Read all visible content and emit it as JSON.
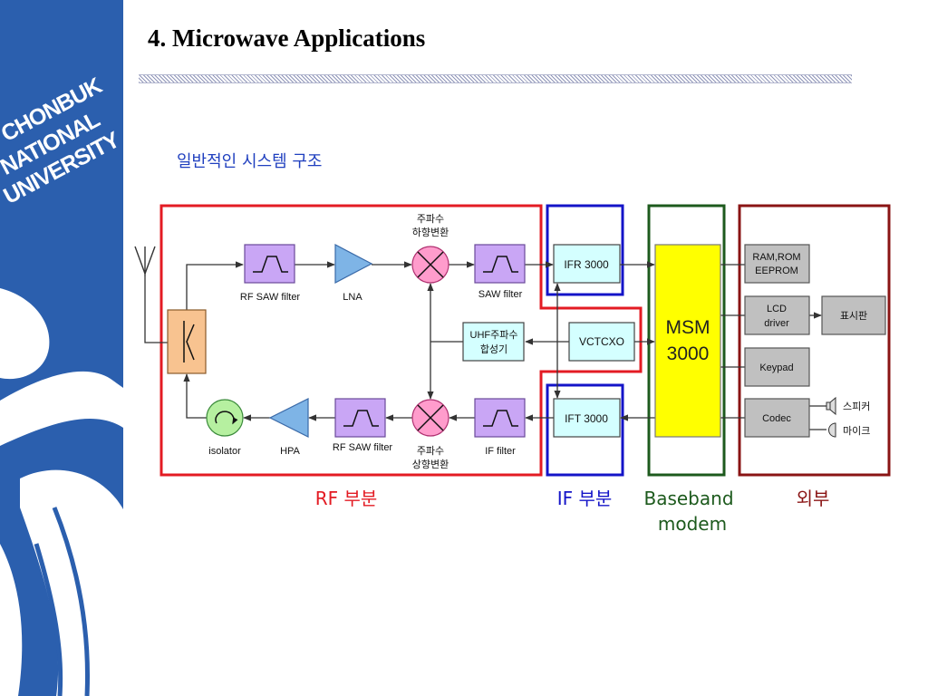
{
  "slide": {
    "title": "4. Microwave Applications",
    "subtitle": "일반적인 시스템 구조"
  },
  "branding": {
    "lines": [
      "CHONBUK",
      "NATIONAL",
      "UNIVERSITY"
    ]
  },
  "diagram": {
    "rf_section": {
      "label": "RF 부분",
      "rx_saw_filter": "RF SAW filter",
      "lna": "LNA",
      "down_mixer": [
        "주파수",
        "하향변환"
      ],
      "saw_filter": "SAW filter",
      "synthesizer": [
        "UHF주파수",
        "합성기"
      ],
      "vctcxo": "VCTCXO",
      "isolator": "isolator",
      "hpa": "HPA",
      "tx_saw_filter": "RF SAW filter",
      "up_mixer": [
        "주파수",
        "상향변환"
      ],
      "if_filter": "IF filter"
    },
    "if_section": {
      "label": "IF 부분",
      "ifr": "IFR 3000",
      "ift": "IFT 3000"
    },
    "baseband_section": {
      "label": [
        "Baseband",
        "modem"
      ],
      "msm": [
        "MSM",
        "3000"
      ]
    },
    "external_section": {
      "label": "외부",
      "memory": [
        "RAM,ROM",
        "EEPROM"
      ],
      "lcd_driver": [
        "LCD",
        "driver"
      ],
      "keypad": "Keypad",
      "codec": "Codec",
      "display": "표시판",
      "speaker": "스피커",
      "microphone": "마이크"
    }
  },
  "colors": {
    "band": "#2b5fae",
    "rf_section": "#e31b23",
    "if_section": "#1414c8",
    "baseband_section": "#1d5a1d",
    "external_section": "#8a1414",
    "msm_block": "#ffff00",
    "filter_block": "#c9a6f5",
    "amplifier_block": "#7eb4e6",
    "mixer_block": "#ff9ccc",
    "if_block": "#d4ffff",
    "peripheral_block": "#c0c0c0",
    "duplexer_block": "#f8c390",
    "isolator_block": "#b6f0a0"
  },
  "icons": [
    "antenna-icon",
    "duplexer-icon",
    "filter-icon",
    "amplifier-icon",
    "mixer-icon",
    "isolator-icon",
    "speaker-icon",
    "microphone-icon"
  ]
}
